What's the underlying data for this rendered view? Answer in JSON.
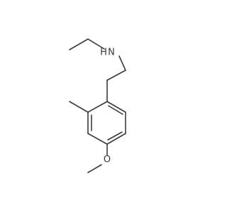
{
  "molecule": {
    "atoms": {
      "nitrogen": "N",
      "hydrogen": "H",
      "oxygen": "O"
    },
    "bond_color": "#3a3a3a",
    "background": "#ffffff"
  }
}
